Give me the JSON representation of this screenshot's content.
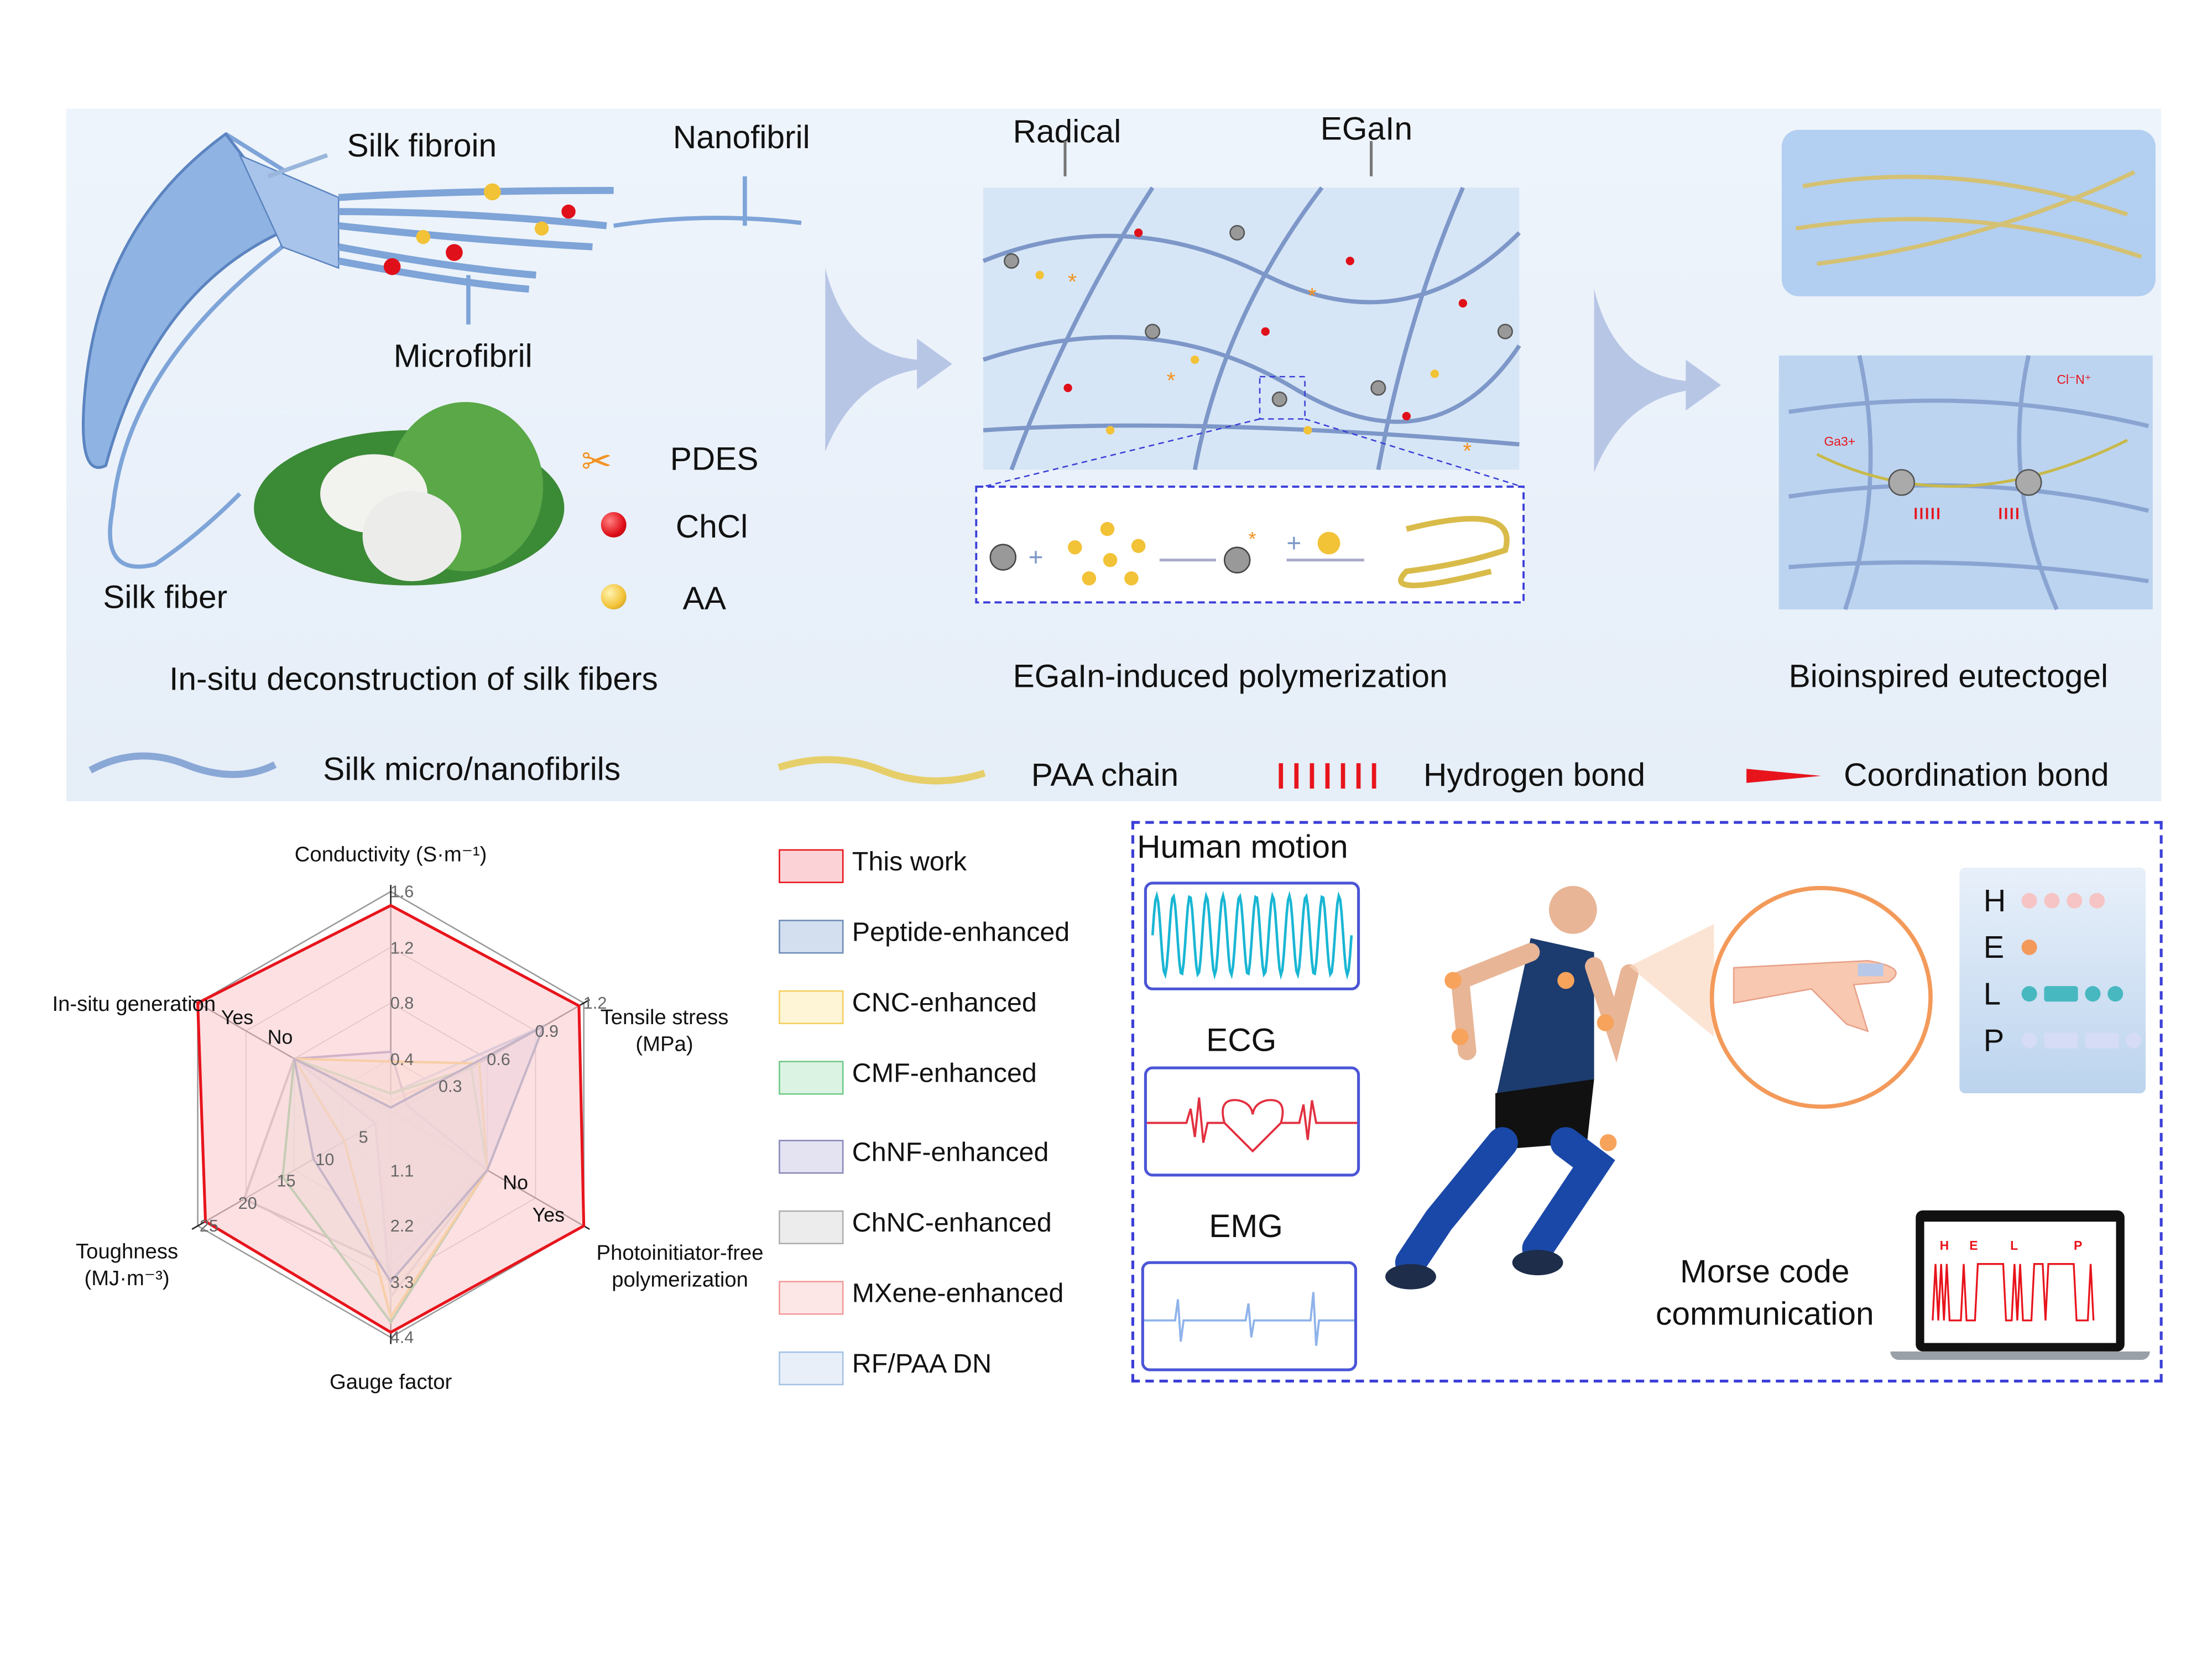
{
  "top": {
    "silk": {
      "silk_fibroin": "Silk fibroin",
      "nanofibril": "Nanofibril",
      "microfibril": "Microfibril",
      "silk_fiber": "Silk fiber",
      "legend": [
        {
          "label": "PDES",
          "icon": "scissors-icon",
          "color": "#f39323"
        },
        {
          "label": "ChCl",
          "icon": "red-sphere-icon",
          "color": "#e0101a"
        },
        {
          "label": "AA",
          "icon": "yellow-sphere-icon",
          "color": "#f2c237"
        }
      ],
      "caption": "In-situ deconstruction of silk fibers"
    },
    "poly": {
      "radical": "Radical",
      "egain": "EGaIn",
      "caption": "EGaIn-induced polymerization"
    },
    "gel": {
      "caption": "Bioinspired eutectogel",
      "ga_label": "Ga3+",
      "cl_label": "Cl⁻N⁺"
    },
    "legend": [
      {
        "label": "Silk micro/nanofibrils",
        "icon": "silk-fibril-icon",
        "color": "#9ab6dc"
      },
      {
        "label": "PAA chain",
        "icon": "paa-chain-icon",
        "color": "#e6cf6a"
      },
      {
        "label": "Hydrogen bond",
        "icon": "hydrogen-bond-icon",
        "color": "#e8141c"
      },
      {
        "label": "Coordination bond",
        "icon": "coordination-bond-icon",
        "color": "#e8141c"
      }
    ]
  },
  "chart_data": {
    "type": "radar",
    "axes": [
      {
        "label": "Conductivity (S·m⁻¹)",
        "range": [
          0,
          1.6
        ],
        "ticks": [
          "0.4",
          "0.8",
          "1.2",
          "1.6"
        ]
      },
      {
        "label": "Tensile stress (MPa)",
        "range": [
          0,
          1.2
        ],
        "ticks": [
          "0.3",
          "0.6",
          "0.9",
          "1.2"
        ]
      },
      {
        "label": "Photoinitiator-free polymerization",
        "categorical": [
          "No",
          "Yes"
        ]
      },
      {
        "label": "Gauge factor",
        "range": [
          0,
          4.4
        ],
        "ticks": [
          "1.1",
          "2.2",
          "3.3",
          "4.4"
        ]
      },
      {
        "label": "Toughness (MJ·m⁻³)",
        "range": [
          0,
          25
        ],
        "ticks": [
          "5",
          "10",
          "15",
          "20",
          "25"
        ]
      },
      {
        "label": "In-situ generation",
        "categorical": [
          "No",
          "Yes"
        ]
      }
    ],
    "series": [
      {
        "name": "This work",
        "color": "#e8141c",
        "fill": "#fbd3d6",
        "values": [
          1.5,
          1.17,
          "Yes",
          4.3,
          24,
          "Yes"
        ]
      },
      {
        "name": "Peptide-enhanced",
        "color": "#4a6fa5",
        "fill": "#c9d8ec",
        "values": [
          0.05,
          0.95,
          "No",
          3.3,
          10,
          "No"
        ]
      },
      {
        "name": "CNC-enhanced",
        "color": "#f2c237",
        "fill": "#fdf3cc",
        "values": [
          0.38,
          0.55,
          "No",
          4.0,
          6,
          "No"
        ]
      },
      {
        "name": "CMF-enhanced",
        "color": "#4cbc6a",
        "fill": "#d3f0dc",
        "values": [
          0.15,
          0.5,
          "No",
          4.1,
          14,
          "No"
        ]
      },
      {
        "name": "ChNF-enhanced",
        "color": "#6c6aa8",
        "fill": "#dcdcef",
        "values": [
          0.45,
          0.1,
          "No",
          3.6,
          2,
          "No"
        ]
      },
      {
        "name": "ChNC-enhanced",
        "color": "#9a9a9a",
        "fill": "#e8e8e8",
        "values": [
          0.02,
          0.02,
          "No",
          3.0,
          19,
          "No"
        ]
      },
      {
        "name": "MXene-enhanced",
        "color": "#f08080",
        "fill": "#fde0e0",
        "values": [
          0.1,
          0.5,
          "No",
          2.6,
          2,
          "No"
        ]
      },
      {
        "name": "RF/PAA DN",
        "color": "#8fb3de",
        "fill": "#e3ecf8",
        "values": [
          0.15,
          0.95,
          "No",
          2.6,
          2,
          "No"
        ]
      }
    ]
  },
  "apps": {
    "human_motion": "Human motion",
    "ecg": "ECG",
    "emg": "EMG",
    "morse_caption": "Morse code communication",
    "morse_letters": [
      "H",
      "E",
      "L",
      "P"
    ],
    "morse_codes": [
      "....",
      ".",
      ".-..",
      ".--."
    ],
    "morse_colors": [
      "#f6c4c4",
      "#f39a5a",
      "#48b8c0",
      "#d6dcf5"
    ]
  }
}
